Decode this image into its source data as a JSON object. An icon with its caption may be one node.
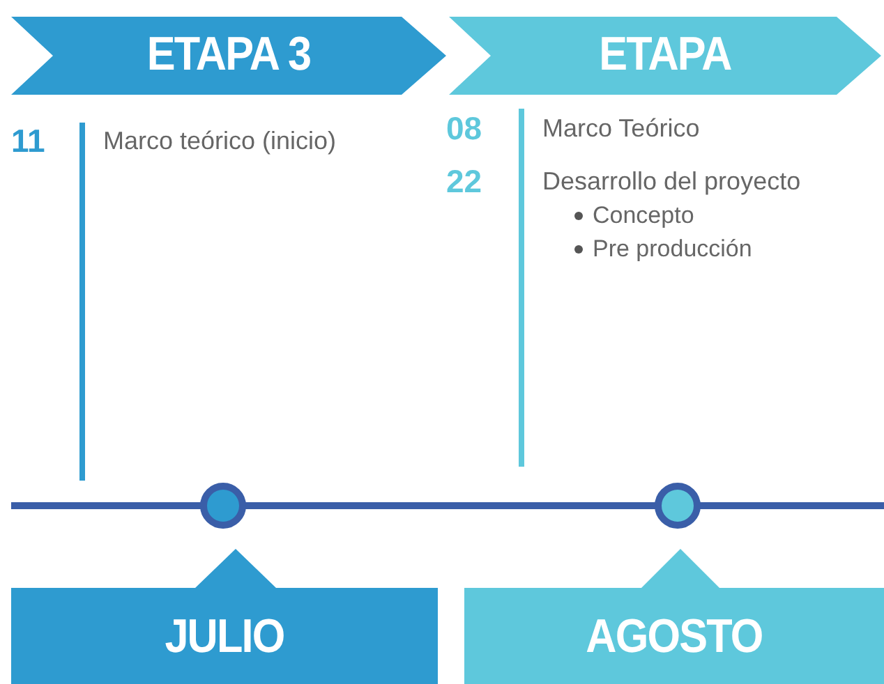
{
  "diagram": {
    "nodes": [
      {
        "text": [
          "ETAPA 3"
        ]
      },
      {
        "text": [
          "ETAPA"
        ]
      },
      {
        "text": [],
        "shape": "circle"
      },
      {
        "text": [],
        "shape": "circle"
      },
      {
        "text": [
          "JULIO"
        ]
      },
      {
        "text": [
          "AGOSTO"
        ]
      }
    ],
    "labels": [
      "11",
      "Marco teórico (inicio)",
      "08",
      "Marco Teórico",
      "22",
      "Desarrollo del proyecto",
      "Concepto",
      "Pre producción"
    ]
  }
}
